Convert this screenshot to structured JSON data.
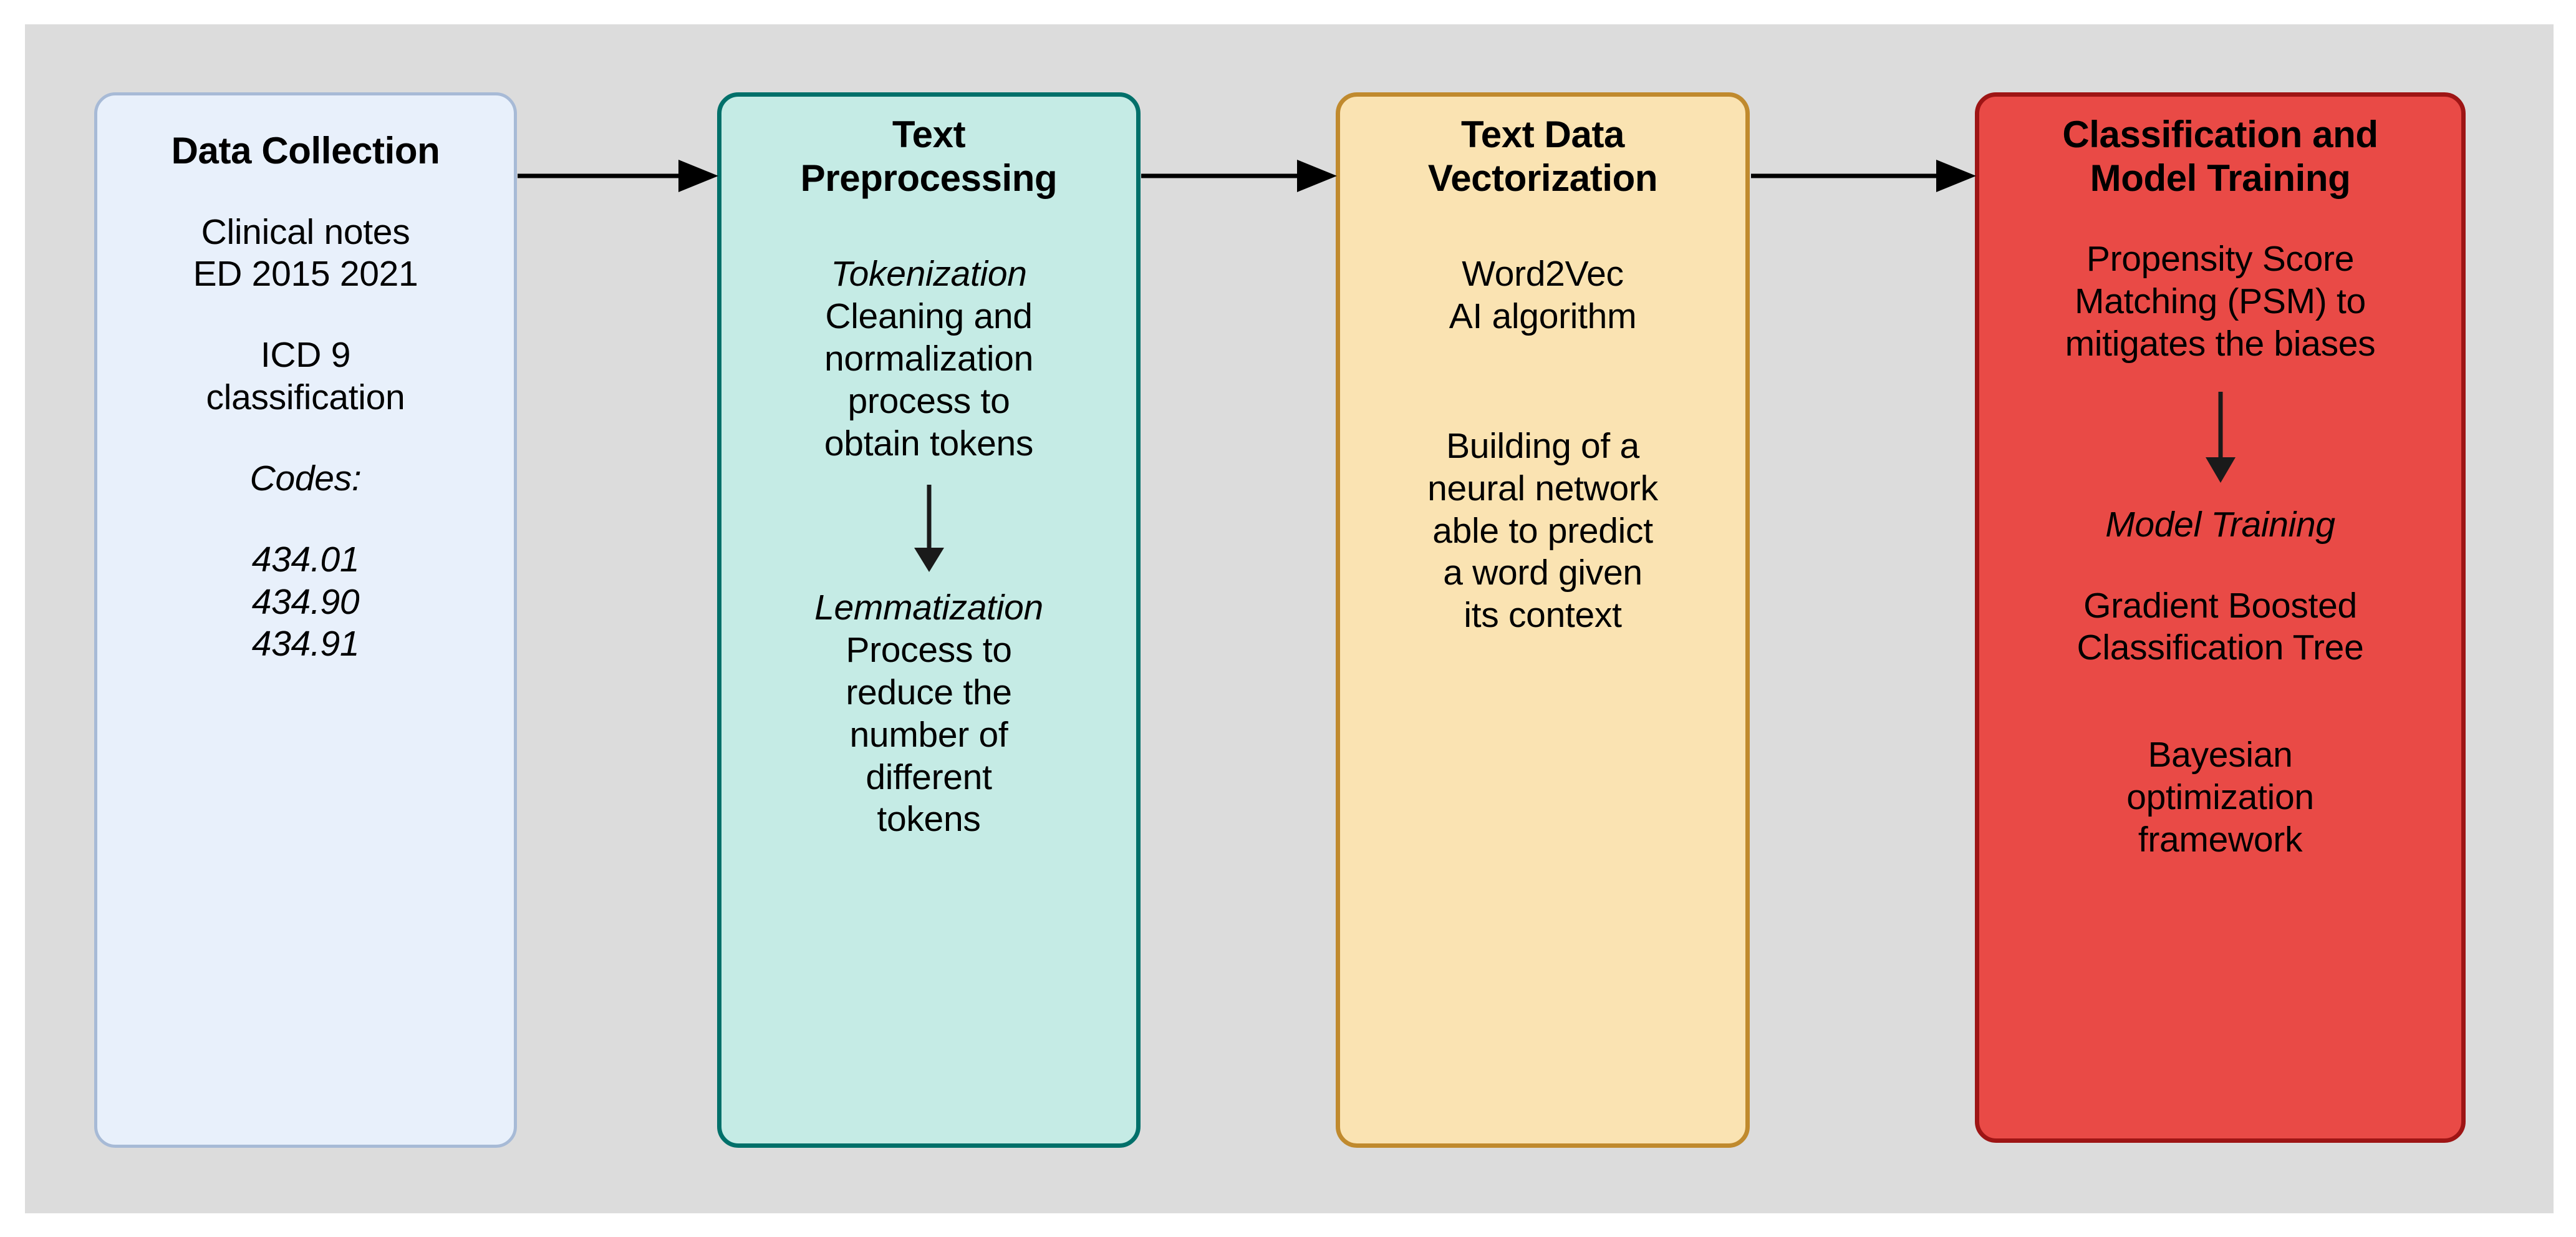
{
  "diagram": {
    "title": "NLP clinical text processing pipeline",
    "background_color": "#dcdcdc",
    "page_background": "#ffffff",
    "nodes": [
      {
        "id": "data-collection",
        "title": "Data Collection",
        "fill": "#e8f0fb",
        "stroke": "#a7bad6",
        "lines": [
          {
            "text": "Clinical notes",
            "style": "normal"
          },
          {
            "text": "ED 2015 2021",
            "style": "normal"
          },
          {
            "text": "ICD 9",
            "style": "normal"
          },
          {
            "text": "classification",
            "style": "normal"
          },
          {
            "text": "Codes:",
            "style": "italic"
          },
          {
            "text": "434.01",
            "style": "italic"
          },
          {
            "text": "434.90",
            "style": "italic"
          },
          {
            "text": "434.91",
            "style": "italic"
          }
        ]
      },
      {
        "id": "text-preprocessing",
        "title_line1": "Text",
        "title_line2": "Preprocessing",
        "fill": "#c5ebe5",
        "stroke": "#00706a",
        "sub1_heading": "Tokenization",
        "sub1_body_l1": "Cleaning and",
        "sub1_body_l2": "normalization",
        "sub1_body_l3": "process to",
        "sub1_body_l4": "obtain tokens",
        "sub2_heading": "Lemmatization",
        "sub2_body_l1": "Process to",
        "sub2_body_l2": "reduce the",
        "sub2_body_l3": "number of",
        "sub2_body_l4": "different",
        "sub2_body_l5": "tokens"
      },
      {
        "id": "text-data-vectorization",
        "title_line1": "Text Data",
        "title_line2": "Vectorization",
        "fill": "#fae3b2",
        "stroke": "#c08a2e",
        "block1_l1": "Word2Vec",
        "block1_l2": "AI algorithm",
        "block2_l1": "Building of a",
        "block2_l2": "neural network",
        "block2_l3": "able to predict",
        "block2_l4": "a word given",
        "block2_l5": "its context"
      },
      {
        "id": "classification-and-model-training",
        "title_line1": "Classification and",
        "title_line2": "Model Training",
        "fill": "#e94a46",
        "stroke": "#9e1515",
        "block1_l1": "Propensity Score",
        "block1_l2": "Matching (PSM) to",
        "block1_l3": "mitigates the biases",
        "sub_heading": "Model Training",
        "block2_l1": "Gradient Boosted",
        "block2_l2": "Classification Tree",
        "block3_l1": "Bayesian",
        "block3_l2": "optimization",
        "block3_l3": "framework"
      }
    ],
    "connectors": [
      {
        "id": "collection-to-preprocessing",
        "from": "data-collection",
        "to": "text-preprocessing",
        "direction": "right",
        "color": "#000000"
      },
      {
        "id": "preprocessing-to-vectorization",
        "from": "text-preprocessing",
        "to": "text-data-vectorization",
        "direction": "right",
        "color": "#000000"
      },
      {
        "id": "vectorization-to-classification",
        "from": "text-data-vectorization",
        "to": "classification-and-model-training",
        "direction": "right",
        "color": "#000000"
      }
    ],
    "internal_arrows": [
      {
        "id": "tokenization-to-lemmatization",
        "node": "text-preprocessing",
        "direction": "down",
        "color": "#1a1a1a"
      },
      {
        "id": "psm-to-model-training",
        "node": "classification-and-model-training",
        "direction": "down",
        "color": "#1a1a1a"
      }
    ]
  }
}
